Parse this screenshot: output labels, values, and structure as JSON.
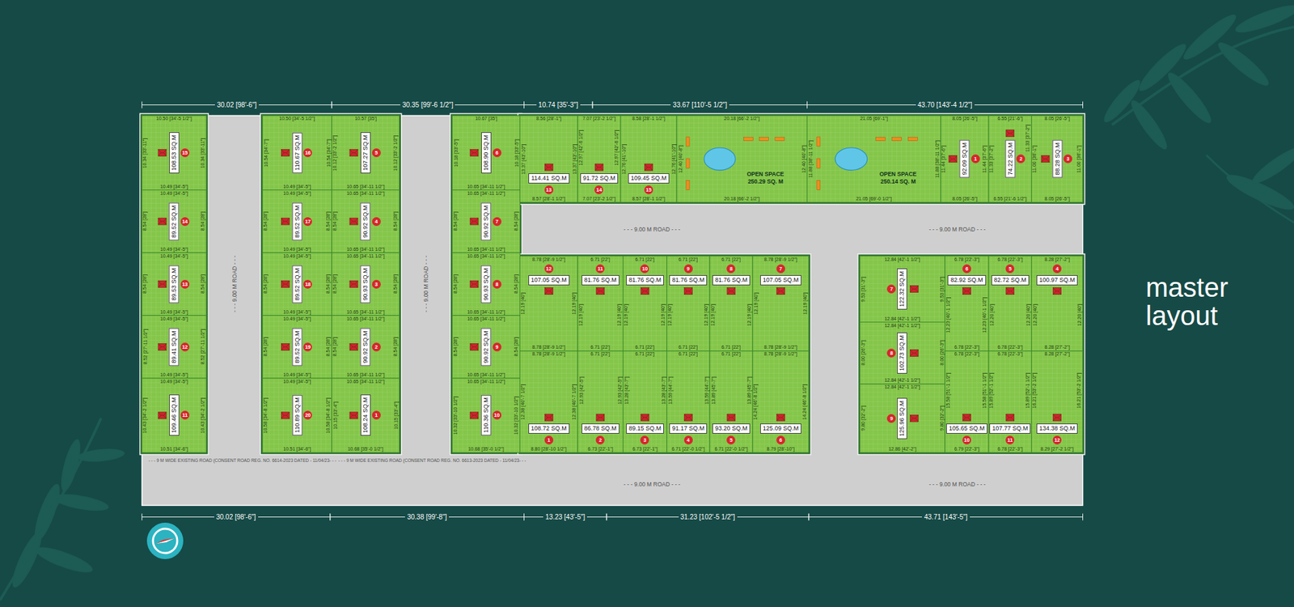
{
  "diagram": {
    "title": "master layout",
    "nodes": [
      {
        "text": [
          "15",
          "108.53 SQ.M",
          "10.50 [34'-5 1/2\"]",
          "10.34 [33'-11\"]",
          "10.49 [34'-5\"]",
          "10.34 [33'-11\"]"
        ]
      },
      {
        "text": [
          "14",
          "89.52 SQ.M",
          "10.49 [34'-5\"]",
          "8.54 [28']",
          "10.49 [34'-5\"]",
          "8.54 [28']"
        ]
      },
      {
        "text": [
          "13",
          "89.53 SQ.M",
          "10.49 [34'-5\"]",
          "8.54 [28']",
          "10.49 [34'-5\"]",
          "8.54 [28']"
        ]
      },
      {
        "text": [
          "12",
          "89.41 SQ.M",
          "10.49 [34'-5\"]",
          "8.52 [27'-11 1/2\"]",
          "10.49 [34'-5\"]",
          "8.52 [27'-11 1/2\"]"
        ]
      },
      {
        "text": [
          "11",
          "109.46 SQ.M",
          "10.49 [34'-5\"]",
          "10.43 [34'-2 1/2\"]",
          "10.51 [34'-6\"]",
          "10.43 [34'-2 1/2\"]"
        ]
      },
      {
        "text": [
          "- - - 9.00 M ROAD - - -"
        ]
      },
      {
        "text": [
          "16",
          "110.67 SQ.M",
          "10.50 [34'-5 1/2\"]",
          "10.54 [34'-7\"]",
          "10.49 [34'-5\"]",
          "10.54 [34'-7\"]"
        ]
      },
      {
        "text": [
          "17",
          "89.52 SQ.M",
          "10.49 [34'-5\"]",
          "8.54 [28']",
          "10.49 [34'-5\"]",
          "8.54 [28']"
        ]
      },
      {
        "text": [
          "18",
          "89.52 SQ.M",
          "10.49 [34'-5\"]",
          "8.54 [28']",
          "10.49 [34'-5\"]",
          "8.54 [28']"
        ]
      },
      {
        "text": [
          "19",
          "89.52 SQ.M",
          "10.49 [34'-5\"]",
          "8.54 [28']",
          "10.49 [34'-5\"]",
          "8.54 [28']"
        ]
      },
      {
        "text": [
          "20",
          "110.89 SQ.M",
          "10.49 [34'-5\"]",
          "10.58 [34'-8 1/2\"]",
          "10.51 [34'-6\"]",
          "10.58 [34'-8 1/2\"]"
        ]
      },
      {
        "text": [
          "5",
          "107.27 SQ.M",
          "10.57 [35']",
          "10.12 [33'-2 1/2\"]",
          "10.65 [34'-11 1/2\"]",
          "10.12 [33'-2 1/2\"]"
        ]
      },
      {
        "text": [
          "4",
          "90.92 SQ.M",
          "10.65 [34'-11 1/2\"]",
          "8.54 [28']",
          "10.65 [34'-11 1/2\"]",
          "8.54 [28']"
        ]
      },
      {
        "text": [
          "3",
          "90.93 SQ.M",
          "10.65 [34'-11 1/2\"]",
          "8.54 [28']",
          "10.65 [34'-11 1/2\"]",
          "8.54 [28']"
        ]
      },
      {
        "text": [
          "2",
          "90.92 SQ.M",
          "10.65 [34'-11 1/2\"]",
          "8.54 [28']",
          "10.65 [34'-11 1/2\"]",
          "8.54 [28']"
        ]
      },
      {
        "text": [
          "1",
          "108.24 SQ.M",
          "10.65 [34'-11 1/2\"]",
          "10.15 [33'-4\"]",
          "10.68 [35'-0 1/2\"]",
          "10.15 [33'-4\"]"
        ]
      },
      {
        "text": [
          "- - - 9.00 M ROAD - - -"
        ]
      },
      {
        "text": [
          "6",
          "108.90 SQ.M",
          "10.67 [35']",
          "10.18 [33'-5\"]",
          "10.65 [34'-11 1/2\"]",
          "10.18 [33'-5\"]"
        ]
      },
      {
        "text": [
          "7",
          "90.92 SQ.M",
          "10.65 [34'-11 1/2\"]",
          "8.54 [28']",
          "10.65 [34'-11 1/2\"]",
          "8.54 [28']"
        ]
      },
      {
        "text": [
          "8",
          "90.93 SQ.M",
          "10.65 [34'-11 1/2\"]",
          "8.54 [28']",
          "10.65 [34'-11 1/2\"]",
          "8.54 [28']"
        ]
      },
      {
        "text": [
          "9",
          "90.92 SQ.M",
          "10.65 [34'-11 1/2\"]",
          "8.54 [28']",
          "10.65 [34'-11 1/2\"]",
          "8.54 [28']"
        ]
      },
      {
        "text": [
          "10",
          "110.36 SQ.M",
          "10.65 [34'-11 1/2\"]",
          "10.32 [33'-10 1/2\"]",
          "10.68 [35'-0 1/2\"]",
          "10.32 [33'-10 1/2\"]"
        ]
      },
      {
        "text": [
          "13",
          "114.41 SQ.M",
          "8.56 [28'-1\"]",
          "13.37 [43'-10\"]",
          "8.57 [28'-1 1/2\"]",
          "13.37 [43'-10\"]"
        ]
      },
      {
        "text": [
          "14",
          "91.72 SQ.M",
          "7.07 [23'-2 1/2\"]",
          "12.97 [42'-6 1/2\"]",
          "7.07 [23'-2 1/2\"]",
          "12.97 [42'-6 1/2\"]"
        ]
      },
      {
        "text": [
          "15",
          "109.45 SQ.M",
          "8.58 [28'-1 1/2\"]",
          "12.76 [41'-10\"]",
          "8.57 [28'-1 1/2\"]",
          "12.76 [41'-10\"]"
        ]
      },
      {
        "text": [
          "OPEN SPACE",
          "250.29 SQ. M",
          "20.18 [66'-2 1/2\"]",
          "12.40 [40'-8\"]",
          "20.18 [66'-2 1/2\"]",
          "12.40 [40'-8\"]"
        ]
      },
      {
        "text": [
          "OPEN SPACE",
          "250.14 SQ. M",
          "21.05 [69'-1\"]",
          "11.88 [38'-11 1/2\"]",
          "21.05 [69'-0 1/2\"]",
          "11.88 [38'-11 1/2\"]"
        ]
      },
      {
        "text": [
          "1",
          "92.09 SQ.M",
          "8.05 [26'-5\"]",
          "11.44 [37'-6\"]",
          "8.05 [26'-5\"]",
          "11.44 [37'-6\"]"
        ]
      },
      {
        "text": [
          "2",
          "74.22 SQ.M",
          "6.55 [21'-6\"]",
          "11.33 [37'-2\"]",
          "6.55 [21'-6 1/2\"]",
          "11.33 [37'-2\"]"
        ]
      },
      {
        "text": [
          "3",
          "88.28 SQ.M",
          "8.05 [26'-5\"]",
          "11.00 [36'-1\"]",
          "8.05 [26'-5\"]",
          "11.00 [36'-1\"]"
        ]
      },
      {
        "text": [
          "- - - 9.00 M ROAD - - -",
          "- - - 9.00 M ROAD - - -"
        ]
      },
      {
        "text": [
          "12",
          "107.05 SQ.M",
          "8.78 [28'-9 1/2\"]",
          "12.19 [40']",
          "8.78 [28'-9 1/2\"]",
          "12.19 [40']"
        ]
      },
      {
        "text": [
          "11",
          "81.76 SQ.M",
          "6.71 [22']",
          "12.19 [40']",
          "6.71 [22']",
          "12.19 [40']"
        ]
      },
      {
        "text": [
          "10",
          "81.76 SQ.M",
          "6.71 [22']",
          "12.19 [40']",
          "6.71 [22']",
          "12.19 [40']"
        ]
      },
      {
        "text": [
          "9",
          "81.76 SQ.M",
          "6.71 [22']",
          "12.19 [40']",
          "6.71 [22']",
          "12.19 [40']"
        ]
      },
      {
        "text": [
          "8",
          "81.76 SQ.M",
          "6.71 [22']",
          "12.19 [40']",
          "6.71 [22']",
          "12.19 [40']"
        ]
      },
      {
        "text": [
          "7",
          "107.05 SQ.M",
          "8.78 [28'-9 1/2\"]",
          "12.19 [40']",
          "8.78 [28'-9 1/2\"]",
          "12.19 [40']"
        ]
      },
      {
        "text": [
          "1",
          "108.72 SQ.M",
          "8.78 [28'-9 1/2\"]",
          "12.38 [40'-7 1/2\"]",
          "8.80 [28'-10 1/2\"]",
          "12.38 [40'-7 1/2\"]"
        ]
      },
      {
        "text": [
          "2",
          "86.78 SQ.M",
          "6.71 [22']",
          "12.93 [42'-5\"]",
          "6.73 [22'-1\"]",
          "12.93 [42'-5\"]"
        ]
      },
      {
        "text": [
          "3",
          "89.15 SQ.M",
          "6.71 [22']",
          "13.28 [43'-7\"]",
          "6.73 [22'-1\"]",
          "13.28 [43'-7\"]"
        ]
      },
      {
        "text": [
          "4",
          "91.17 SQ.M",
          "6.71 [22']",
          "13.59 [44'-7\"]",
          "6.71 [22'-0 1/2\"]",
          "13.59 [44'-7\"]"
        ]
      },
      {
        "text": [
          "5",
          "93.20 SQ.M",
          "6.71 [22']",
          "13.89 [45'-7\"]",
          "6.71 [22'-0 1/2\"]",
          "13.89 [45'-7\"]"
        ]
      },
      {
        "text": [
          "6",
          "125.09 SQ.M",
          "8.78 [28'-9 1/2\"]",
          "14.24 [46'-8 1/2\"]",
          "8.79 [28'-10\"]",
          "14.24 [46'-8 1/2\"]"
        ]
      },
      {
        "text": [
          "7",
          "122.32 SQ.M",
          "12.84 [42'-1 1/2\"]",
          "9.53 [31'-3\"]",
          "12.84 [42'-1 1/2\"]",
          "9.53 [31'-3\"]"
        ]
      },
      {
        "text": [
          "6",
          "82.92 SQ.M",
          "6.78 [22'-3\"]",
          "12.23 [40'-1 1/2\"]",
          "6.78 [22'-3\"]",
          "12.23 [40'-1 1/2\"]"
        ]
      },
      {
        "text": [
          "5",
          "82.72 SQ.M",
          "6.78 [22'-3\"]",
          "12.20 [40']",
          "6.78 [22'-3\"]",
          "12.20 [40']"
        ]
      },
      {
        "text": [
          "4",
          "100.97 SQ.M",
          "8.28 [27'-2\"]",
          "12.20 [40']",
          "8.28 [27'-2\"]",
          "12.20 [40']"
        ]
      },
      {
        "text": [
          "8",
          "102.73 SQ.M",
          "12.84 [42'-1 1/2\"]",
          "8.00 [26'-3\"]",
          "12.84 [42'-1 1/2\"]",
          "8.00 [26'-3\"]"
        ]
      },
      {
        "text": [
          "9",
          "125.96 SQ.M",
          "12.84 [42'-1 1/2\"]",
          "9.80 [32'-2\"]",
          "12.86 [42'-2\"]",
          "9.80 [32'-2\"]"
        ]
      },
      {
        "text": [
          "10",
          "105.65 SQ.M",
          "6.78 [22'-3\"]",
          "15.58 [51'-1 1/2\"]",
          "6.79 [22'-3\"]",
          "15.58 [51'-1 1/2\"]"
        ]
      },
      {
        "text": [
          "11",
          "107.77 SQ.M",
          "6.78 [22'-3\"]",
          "15.89 [52'-1 1/2\"]",
          "6.78 [22'-3\"]",
          "15.89 [52'-1 1/2\"]"
        ]
      },
      {
        "text": [
          "12",
          "134.38 SQ.M",
          "8.28 [27'-2\"]",
          "16.21 [53'-2 1/2\"]",
          "8.29 [27'-2 1/2\"]",
          "16.21 [53'-2 1/2\"]"
        ]
      },
      {
        "text": [
          "- - - 9 M WIDE EXISTING ROAD (CONSENT ROAD REG. NO. 6614-2023 DATED - 11/04/23- - -",
          "- - - 9 M WIDE EXISTING ROAD (CONSENT ROAD REG. NO. 6613-2023 DATED - 11/04/23- - -",
          "- - - 9.00 M ROAD - - -",
          "- - - 9.00 M ROAD - - -"
        ]
      }
    ],
    "labels": [
      "30.02 [98'-6\"]",
      "30.35 [99'-6 1/2\"]",
      "10.74 [35'-3\"]",
      "33.67 [110'-5 1/2\"]",
      "43.70 [143'-4 1/2\"]",
      "30.02 [98'-6\"]",
      "30.38 [99'-8\"]",
      "13.23 [43'-5\"]",
      "31.23 [102'-5 1/2\"]",
      "43.71 [143'-5\"]"
    ]
  }
}
